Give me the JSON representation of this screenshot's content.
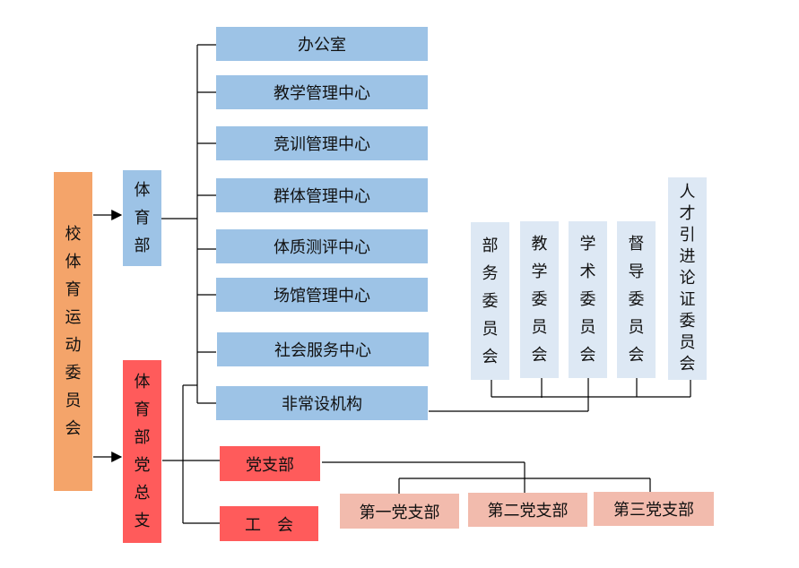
{
  "root": "校体育运动委员会",
  "sports_dept": "体育部",
  "party_general": "体育部党总支",
  "centers": [
    "办公室",
    "教学管理中心",
    "竞训管理中心",
    "群体管理中心",
    "体质测评中心",
    "场馆管理中心",
    "社会服务中心",
    "非常设机构"
  ],
  "committees": [
    "部务委员会",
    "教学委员会",
    "学术委员会",
    "督导委员会",
    "人才引进论证委员会"
  ],
  "party_units": [
    "党支部",
    "工　会"
  ],
  "branches": [
    "第一党支部",
    "第二党支部",
    "第三党支部"
  ],
  "colors": {
    "root": "#F4A46A",
    "blue": "#9DC3E6",
    "red": "#FF5B5B",
    "pink": "#F2BBAD",
    "light_blue": "#DDE8F4"
  }
}
